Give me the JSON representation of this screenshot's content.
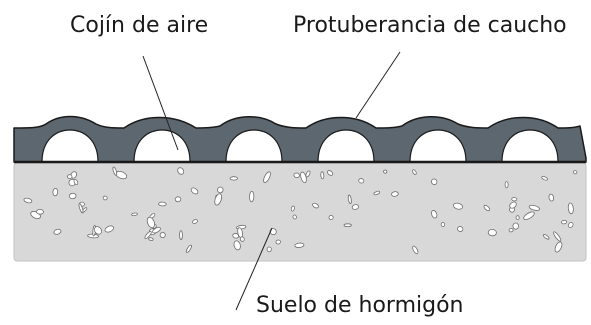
{
  "labels": {
    "air_cushion": "Cojín de aire",
    "rubber_bump": "Protuberancia de caucho",
    "concrete_floor": "Suelo de hormigón"
  },
  "colors": {
    "rubber": "#5d6770",
    "concrete": "#d8d8d8",
    "pebble": "#ffffff",
    "outline": "#1a1a1a",
    "leader": "#222222"
  }
}
